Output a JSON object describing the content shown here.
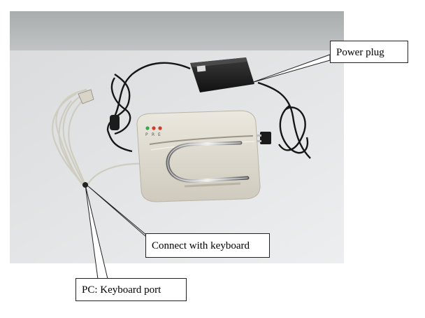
{
  "callouts": {
    "power_plug": "Power plug",
    "connect_keyboard": "Connect with keyboard",
    "pc_keyboard_port": "PC: Keyboard port"
  },
  "device": {
    "led_labels": [
      "P",
      "R",
      "E"
    ],
    "led_colors": [
      "#3aa655",
      "#d23a2a",
      "#d23a2a"
    ]
  },
  "colors": {
    "background_wall": "#bcbfc0",
    "table_surface": "#e4e6e7",
    "device_body": "#dcd8cc",
    "cable_black": "#1a1a1a",
    "cable_grey": "#d6d3c8"
  }
}
